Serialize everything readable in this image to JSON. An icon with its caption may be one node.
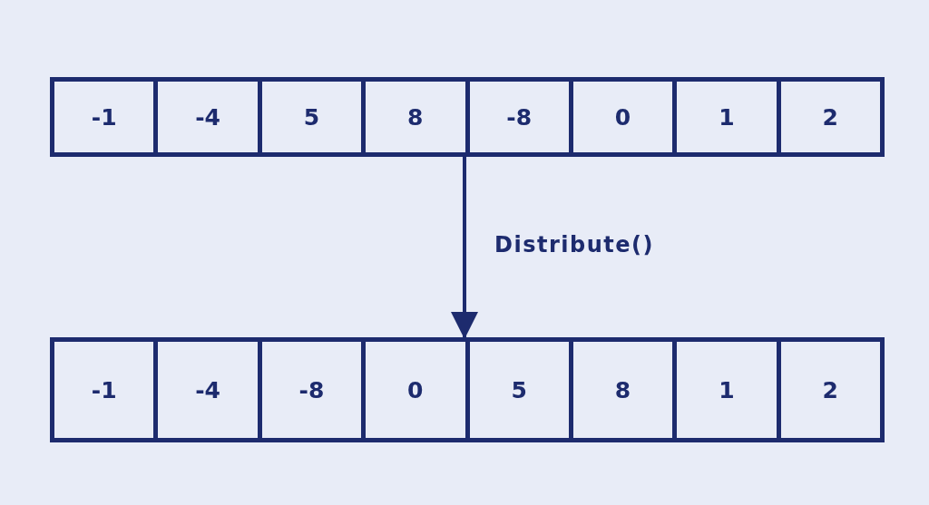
{
  "diagram": {
    "nodes": [
      {
        "text": [],
        "shape": "box"
      },
      {
        "text": [
          "-1"
        ],
        "in": 0
      },
      {
        "text": [
          "-4"
        ],
        "in": 0
      },
      {
        "text": [
          "5"
        ],
        "in": 0
      },
      {
        "text": [
          "8"
        ],
        "in": 0
      },
      {
        "text": [
          "-8"
        ],
        "in": 0
      },
      {
        "text": [
          "0"
        ],
        "in": 0
      },
      {
        "text": [
          "1"
        ],
        "in": 0
      },
      {
        "text": [
          "2"
        ],
        "in": 0
      },
      {
        "text": [],
        "shape": "box"
      },
      {
        "text": [
          "-1"
        ],
        "in": 9
      },
      {
        "text": [
          "-4"
        ],
        "in": 9
      },
      {
        "text": [
          "-8"
        ],
        "in": 9
      },
      {
        "text": [
          "0"
        ],
        "in": 9
      },
      {
        "text": [
          "5"
        ],
        "in": 9
      },
      {
        "text": [
          "8"
        ],
        "in": 9
      },
      {
        "text": [
          "1"
        ],
        "in": 9
      },
      {
        "text": [
          "2"
        ],
        "in": 9
      }
    ],
    "edges": [
      {
        "from": 0,
        "to": 9,
        "arrow": "to",
        "label": "Distribute()"
      }
    ]
  }
}
